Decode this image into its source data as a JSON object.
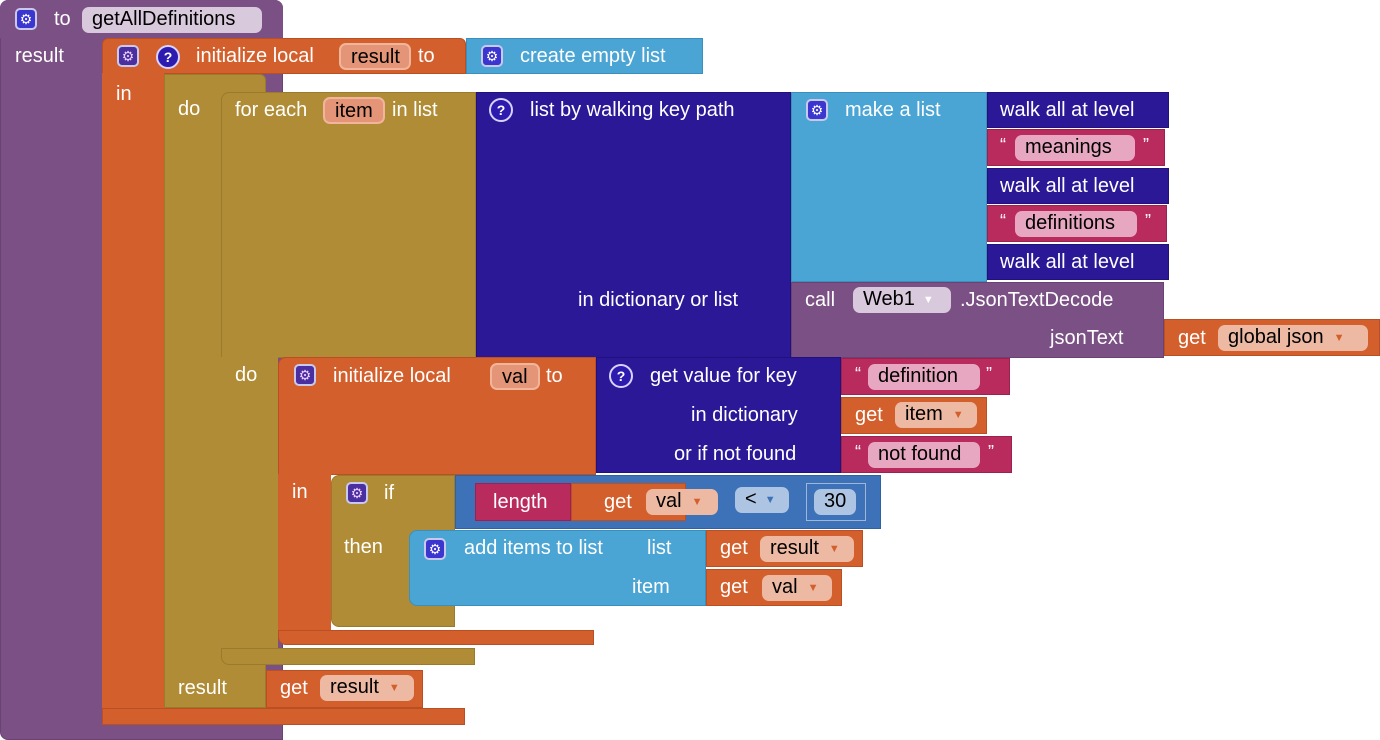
{
  "procedure": {
    "keyword": "to",
    "name": "getAllDefinitions",
    "result_label": "result"
  },
  "init_result": {
    "label": "initialize local",
    "var": "result",
    "to": "to",
    "in": "in",
    "value_label": "create empty list"
  },
  "do_block": {
    "do": "do",
    "result_label": "result",
    "get": "get",
    "get_var": "result"
  },
  "foreach": {
    "label": "for each",
    "var": "item",
    "in_list": "in list",
    "do": "do"
  },
  "walk": {
    "label": "list by walking key path",
    "in_dict_label": "in dictionary or list",
    "make_list": "make a list",
    "items": [
      {
        "type": "walk",
        "text": "walk all at level"
      },
      {
        "type": "text",
        "text": "meanings"
      },
      {
        "type": "walk",
        "text": "walk all at level"
      },
      {
        "type": "text",
        "text": "definitions"
      },
      {
        "type": "walk",
        "text": "walk all at level"
      }
    ]
  },
  "call": {
    "call": "call",
    "component": "Web1",
    "method": ".JsonTextDecode",
    "param": "jsonText",
    "get": "get",
    "get_var": "global json"
  },
  "init_val": {
    "label": "initialize local",
    "var": "val",
    "to": "to",
    "in": "in"
  },
  "getvalue": {
    "label": "get value for key",
    "key": "definition",
    "in_dict": "in dictionary",
    "get": "get",
    "dict_var": "item",
    "not_found_label": "or if not found",
    "not_found": "not found"
  },
  "if_block": {
    "if": "if",
    "then": "then",
    "length": "length",
    "get": "get",
    "len_var": "val",
    "op": "<",
    "num": "30"
  },
  "add_items": {
    "label": "add items to list",
    "list_label": "list",
    "item_label": "item",
    "get": "get",
    "list_var": "result",
    "item_var": "val"
  },
  "quotes": {
    "open": "“",
    "close": "”"
  },
  "icons": {
    "gear": "⚙",
    "help": "?",
    "dropdown": "▼"
  }
}
